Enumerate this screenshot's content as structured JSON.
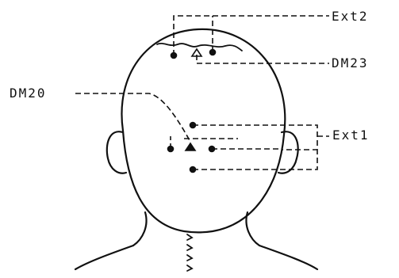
{
  "labels": {
    "ext2": "Ext2",
    "dm23": "DM23",
    "dm20": "DM20",
    "ext1": "Ext1"
  },
  "colors": {
    "ink": "#111111",
    "background": "#ffffff"
  }
}
